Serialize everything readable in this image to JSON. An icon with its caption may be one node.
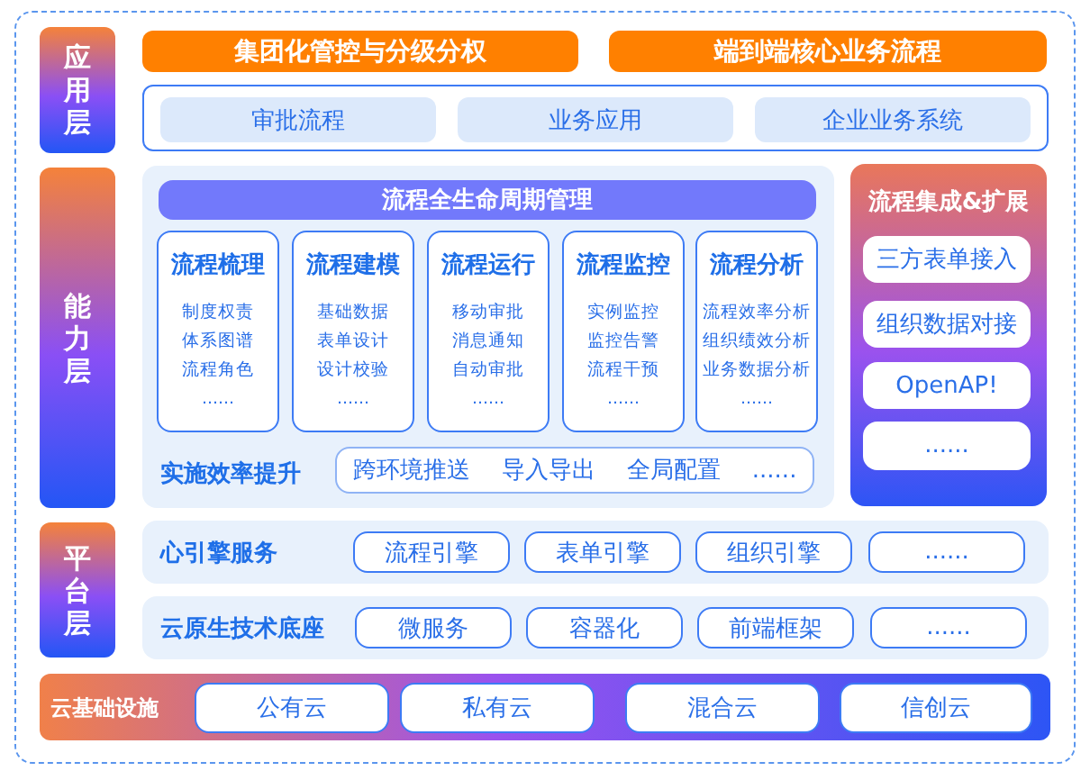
{
  "diagram": {
    "nodes": [
      {
        "text": [
          "应用层"
        ]
      },
      {
        "text": [
          "集团化管控与分级分权"
        ]
      },
      {
        "text": [
          "端到端核心业务流程"
        ]
      },
      {
        "text": [],
        "shape": "box"
      },
      {
        "text": [
          "审批流程"
        ],
        "in": 3
      },
      {
        "text": [
          "业务应用"
        ],
        "in": 3
      },
      {
        "text": [
          "企业业务系统"
        ],
        "in": 3
      },
      {
        "text": [
          "能力层"
        ]
      },
      {
        "text": [
          "实施效率提升"
        ]
      },
      {
        "text": [
          "流程全生命周期管理"
        ],
        "in": 8
      },
      {
        "text": [
          "流程梳理",
          "制度权责",
          "体系图谱",
          "流程角色",
          "......"
        ],
        "in": 8
      },
      {
        "text": [
          "流程建模",
          "基础数据",
          "表单设计",
          "设计校验",
          "......"
        ],
        "in": 8
      },
      {
        "text": [
          "流程运行",
          "移动审批",
          "消息通知",
          "自动审批",
          "......"
        ],
        "in": 8
      },
      {
        "text": [
          "流程监控",
          "实例监控",
          "监控告警",
          "流程干预",
          "......"
        ],
        "in": 8
      },
      {
        "text": [
          "流程分析",
          "流程效率分析",
          "组织绩效分析",
          "业务数据分析",
          "......"
        ],
        "in": 8
      },
      {
        "text": [
          "跨环境推送",
          "导入导出",
          "全局配置",
          "......"
        ],
        "in": 8
      },
      {
        "text": [
          "流程集成&扩展"
        ]
      },
      {
        "text": [
          "三方表单接入"
        ],
        "in": 16
      },
      {
        "text": [
          "组织数据对接"
        ],
        "in": 16
      },
      {
        "text": [
          "OpenAP!"
        ],
        "in": 16
      },
      {
        "text": [
          "......"
        ],
        "in": 16
      },
      {
        "text": [
          "平台层"
        ]
      },
      {
        "text": [
          "心引擎服务"
        ]
      },
      {
        "text": [
          "流程引擎"
        ],
        "in": 22
      },
      {
        "text": [
          "表单引擎"
        ],
        "in": 22
      },
      {
        "text": [
          "组织引擎"
        ],
        "in": 22
      },
      {
        "text": [
          "......"
        ],
        "in": 22
      },
      {
        "text": [
          "云原生技术底座"
        ]
      },
      {
        "text": [
          "微服务"
        ],
        "in": 27
      },
      {
        "text": [
          "容器化"
        ],
        "in": 27
      },
      {
        "text": [
          "前端框架"
        ],
        "in": 27
      },
      {
        "text": [
          "......"
        ],
        "in": 27
      },
      {
        "text": [
          "云基础设施"
        ]
      },
      {
        "text": [
          "公有云"
        ],
        "in": 32
      },
      {
        "text": [
          "私有云"
        ],
        "in": 32
      },
      {
        "text": [
          "混合云"
        ],
        "in": 32
      },
      {
        "text": [
          "信创云"
        ],
        "in": 32
      }
    ]
  }
}
